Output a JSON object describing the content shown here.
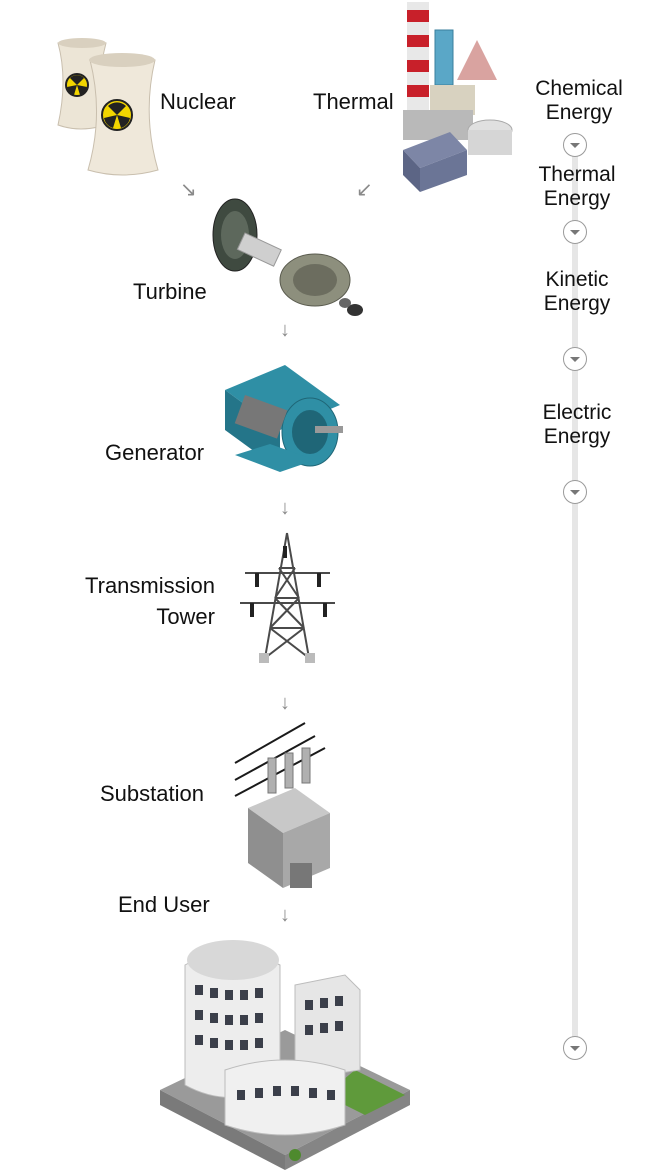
{
  "stages": {
    "nuclear": "Nuclear",
    "thermal": "Thermal",
    "turbine": "Turbine",
    "generator": "Generator",
    "transmission_line1": "Transmission",
    "transmission_line2": "Tower",
    "substation": "Substation",
    "end_user": "End User"
  },
  "energy": {
    "chemical_line1": "Chemical",
    "chemical_line2": "Energy",
    "thermal_line1": "Thermal",
    "thermal_line2": "Energy",
    "kinetic_line1": "Kinetic",
    "kinetic_line2": "Energy",
    "electric_line1": "Electric",
    "electric_line2": "Energy"
  },
  "icons": {
    "arrow": "down-arrow-icon",
    "node": "chevron-down-icon"
  },
  "colors": {
    "track": "#e6e6e6",
    "arrow": "#8a8a8a",
    "generator_body": "#2f8fa5",
    "chimney_red": "#c8202a"
  }
}
